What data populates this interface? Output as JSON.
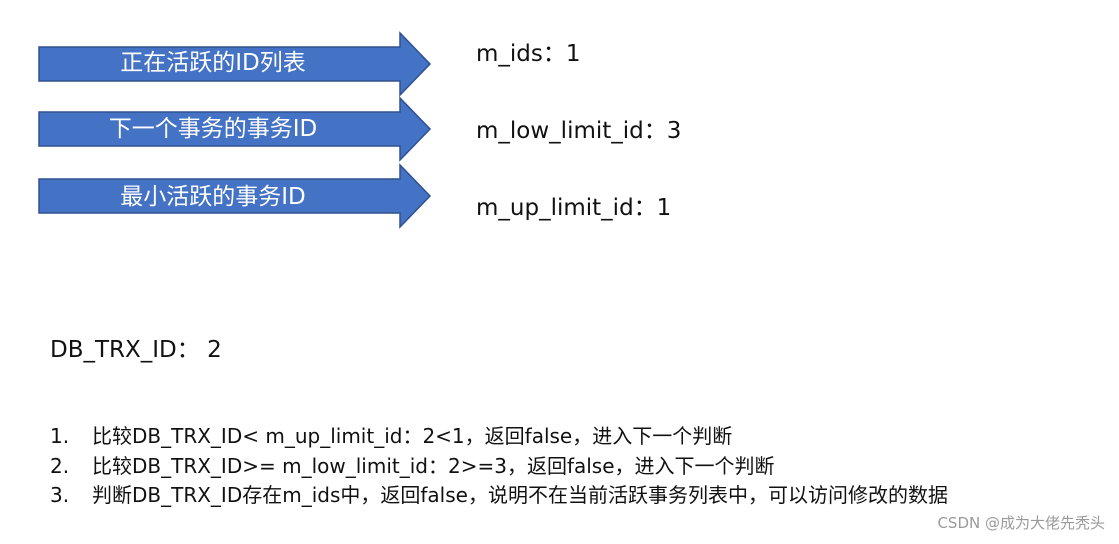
{
  "arrows": [
    {
      "label": "正在活跃的ID列表"
    },
    {
      "label": "下一个事务的事务ID"
    },
    {
      "label": "最小活跃的事务ID"
    }
  ],
  "values": [
    {
      "text": "m_ids：1"
    },
    {
      "text": "m_low_limit_id：3"
    },
    {
      "text": "m_up_limit_id：1"
    }
  ],
  "trx_id": "DB_TRX_ID： 2",
  "steps": [
    {
      "num": "1.",
      "text": "比较DB_TRX_ID< m_up_limit_id：2<1，返回false，进入下一个判断"
    },
    {
      "num": "2.",
      "text": "比较DB_TRX_ID>= m_low_limit_id：2>=3，返回false，进入下一个判断"
    },
    {
      "num": "3.",
      "text": "判断DB_TRX_ID存在m_ids中，返回false，说明不在当前活跃事务列表中，可以访问修改的数据"
    }
  ],
  "watermark": "CSDN @成为大佬先秃头",
  "colors": {
    "arrow_fill": "#4472C4",
    "arrow_stroke": "#2F528F"
  }
}
